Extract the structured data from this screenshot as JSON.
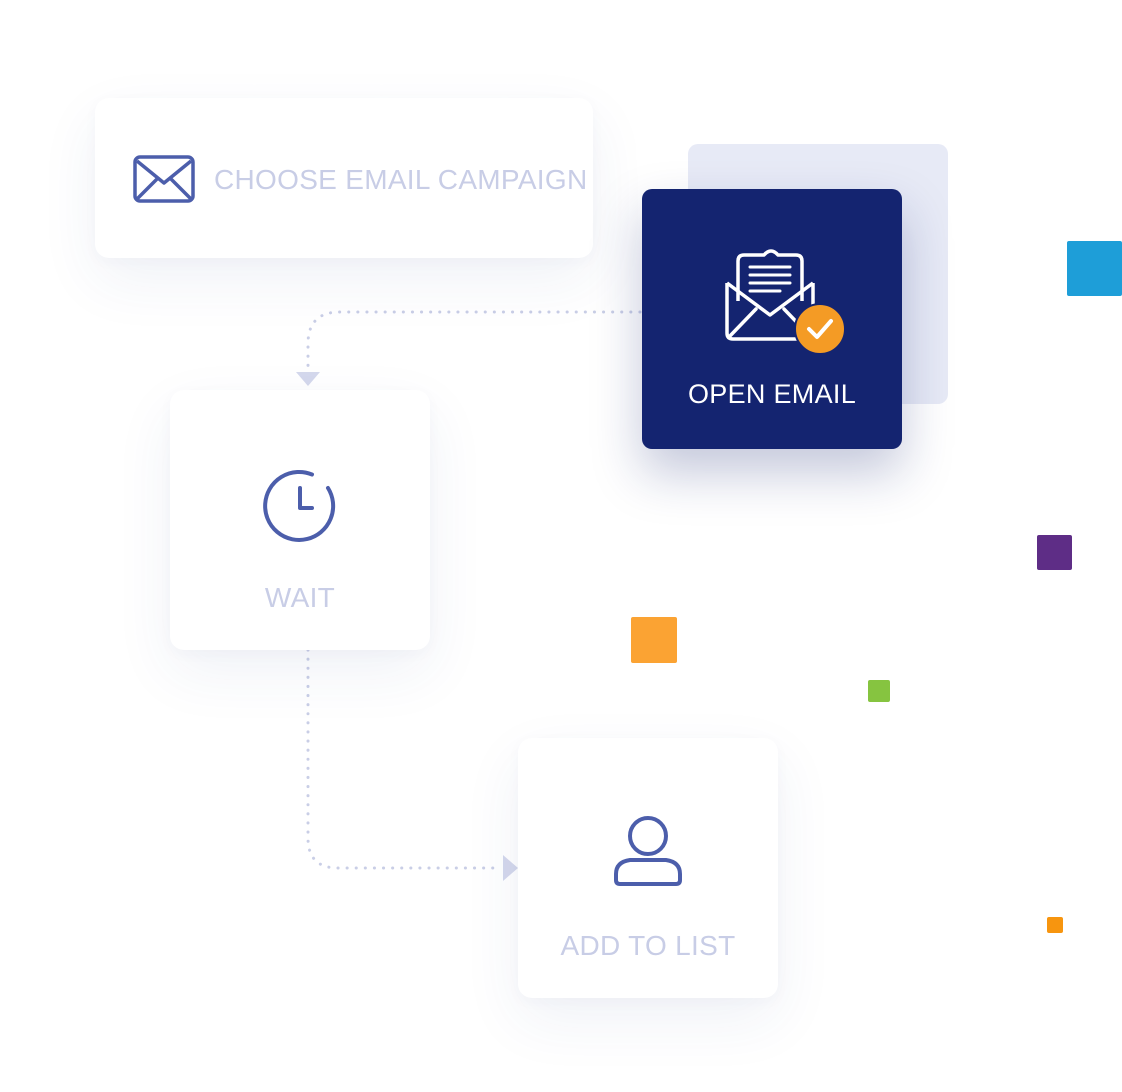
{
  "nodes": {
    "choose_campaign": {
      "label": "CHOOSE EMAIL CAMPAIGN",
      "icon": "envelope-icon"
    },
    "open_email": {
      "label": "OPEN EMAIL",
      "icon": "open-envelope-check-icon"
    },
    "wait": {
      "label": "WAIT",
      "icon": "clock-icon"
    },
    "add_to_list": {
      "label": "ADD TO LIST",
      "icon": "user-icon"
    }
  },
  "colors": {
    "icon_stroke": "#4c5eab",
    "label_muted": "#c8cde6",
    "open_email_bg": "#142470",
    "open_email_shadow_card": "#e7eaf6",
    "check_badge": "#f49b25",
    "connector": "#c9cee6",
    "decor_blue": "#1e9ed8",
    "decor_purple": "#5e2d86",
    "decor_orange": "#fba333",
    "decor_green": "#86c440",
    "decor_small_orange": "#f7950f"
  }
}
